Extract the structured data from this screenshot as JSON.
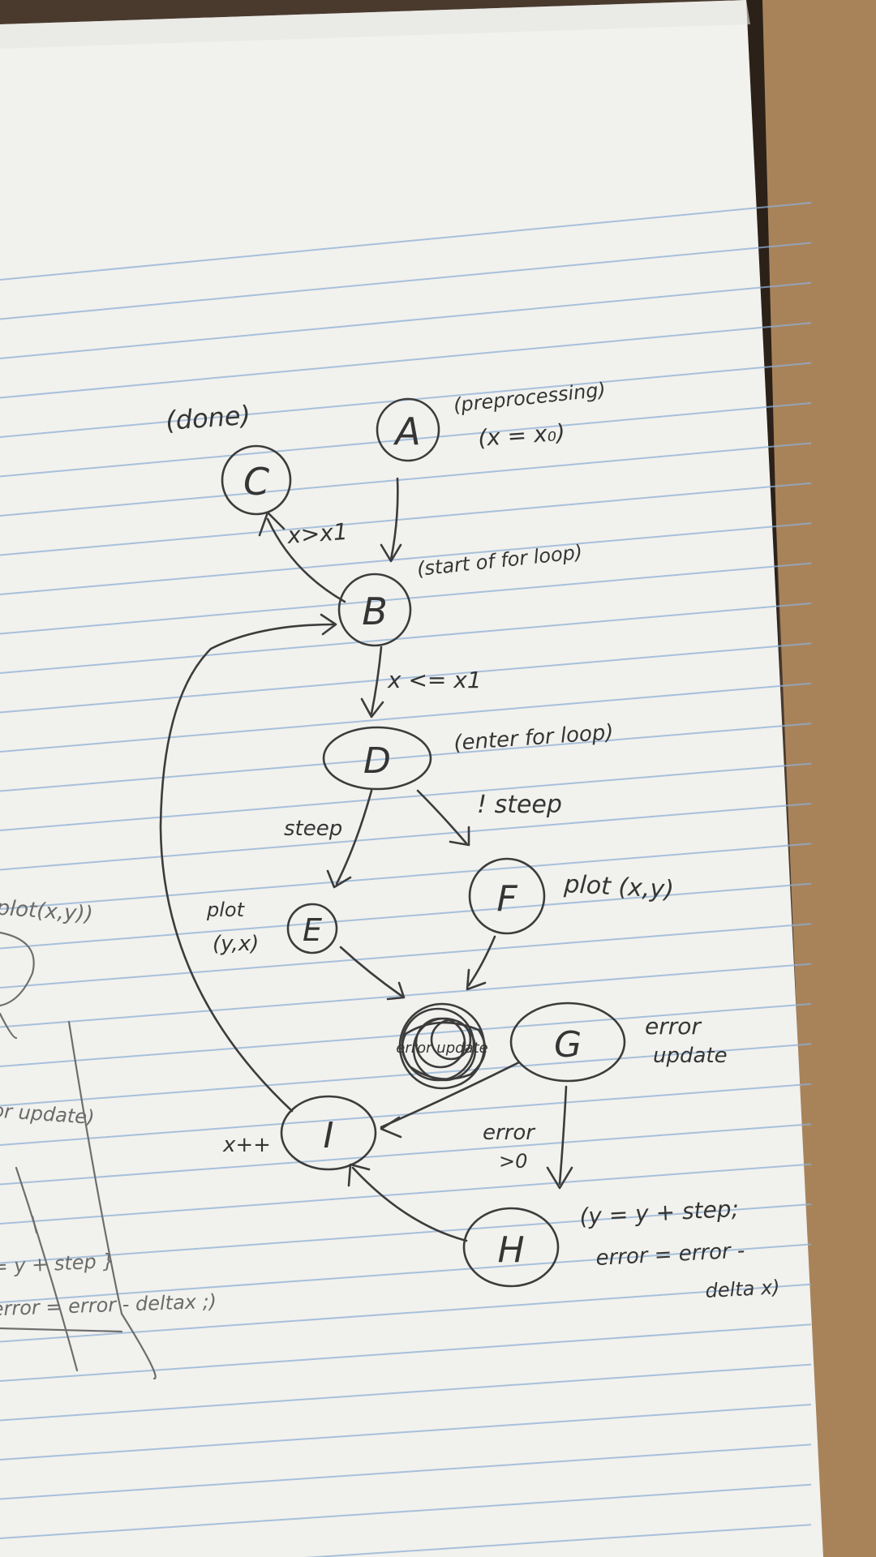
{
  "colors": {
    "paper": "#f1f1ee",
    "rule": "#8fb0d4",
    "ink": "#3c3c3c",
    "desk": "#4a3a2e",
    "cardboard": "#a8835a"
  },
  "nodes": {
    "A": {
      "label": "A",
      "note_1": "(preprocessing)",
      "note_2": "(x = x₀)"
    },
    "B": {
      "label": "B",
      "note_1": "(start of for loop)"
    },
    "C": {
      "label": "C",
      "note_1": "(done)"
    },
    "D": {
      "label": "D",
      "note_1": "(enter for loop)"
    },
    "E": {
      "label": "E",
      "note_1": "plot",
      "note_2": "(y,x)"
    },
    "F": {
      "label": "F",
      "note_1": "plot (x,y)"
    },
    "error": {
      "label": "error update"
    },
    "G": {
      "label": "G",
      "note_1": "error",
      "note_2": "update"
    },
    "H": {
      "label": "H",
      "note_1": "(y = y + step;",
      "note_2": "error = error -",
      "note_3": "delta x)"
    },
    "I": {
      "label": "I",
      "note_1": "x++"
    }
  },
  "edges": {
    "b_to_c": "x>x1",
    "b_to_d": "x <= x1",
    "d_to_e": "steep",
    "d_to_f": "! steep",
    "g_to_h": "error\n>0"
  },
  "left_fragments": {
    "plot": "plot(x,y))",
    "update": "or update)",
    "ystep": "= y + step }",
    "error": "error = error - deltax ;)"
  }
}
